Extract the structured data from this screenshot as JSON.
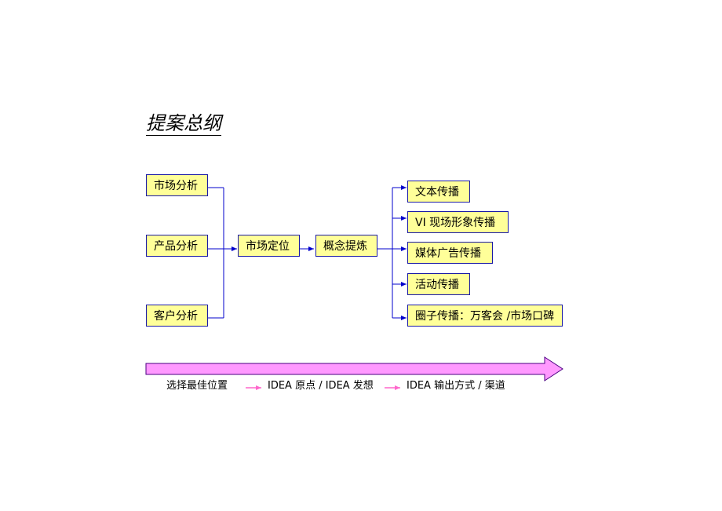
{
  "title": "提案总纲",
  "inputs": [
    "市场分析",
    "产品分析",
    "客户分析"
  ],
  "center": [
    "市场定位",
    "概念提炼"
  ],
  "outputs": [
    "文本传播",
    "VI 现场形象传播",
    "媒体广告传播",
    "活动传播",
    "圈子传播：万客会 /市场口碑"
  ],
  "process": {
    "steps": [
      "选择最佳位置",
      "IDEA 原点 / IDEA 发想",
      "IDEA 输出方式 / 渠道"
    ]
  },
  "colors": {
    "box_fill": "#ffff99",
    "box_border": "#1a1aa6",
    "connector": "#0000cc",
    "big_arrow_fill": "#ff99ff",
    "big_arrow_border": "#4b0082",
    "legend_arrow": "#ff66cc"
  }
}
